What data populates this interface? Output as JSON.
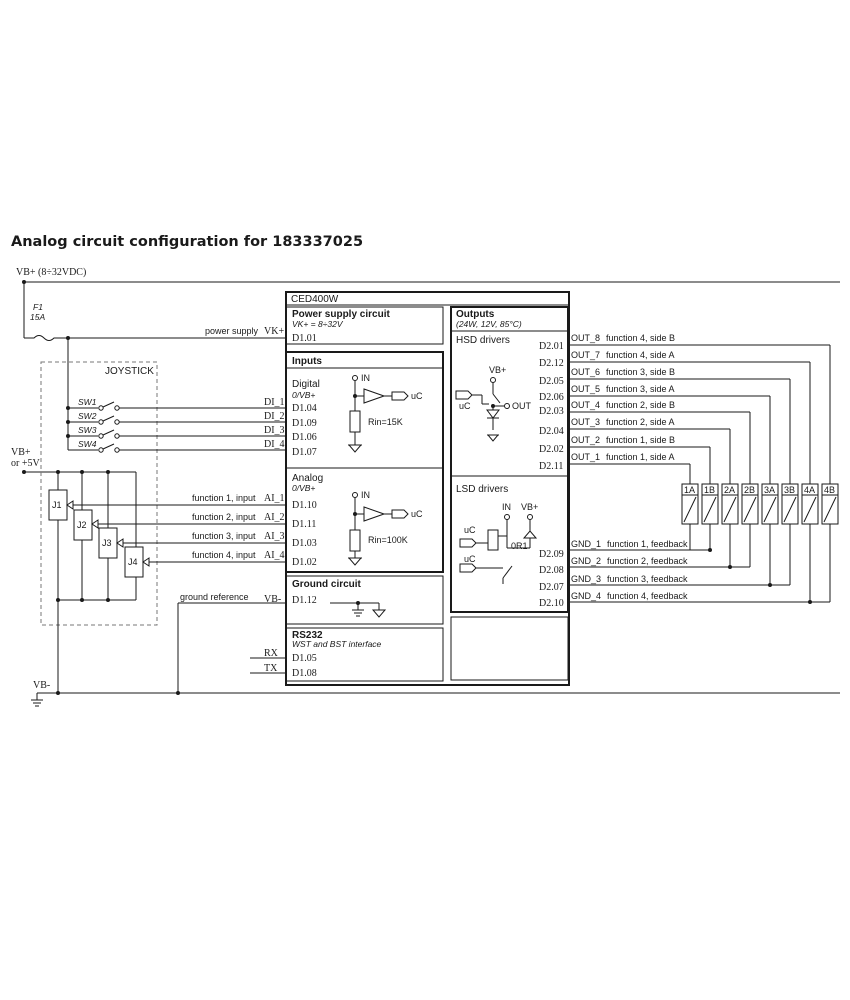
{
  "title": "Analog circuit configuration for 183337025",
  "supply": {
    "vb_plus": "VB+ (8÷32VDC)",
    "fuse": "F1",
    "fuse_rating": "15A",
    "power_supply": "power supply",
    "vk_plus": "VK+",
    "vb_plus_5v_1": "VB+",
    "vb_plus_5v_2": "or +5V",
    "vb_minus": "VB-",
    "ground_reference": "ground reference",
    "vb_minus_pin": "VB-"
  },
  "joystick": {
    "label": "JOYSTICK",
    "switches": [
      "SW1",
      "SW2",
      "SW3",
      "SW4"
    ],
    "pots": [
      "J1",
      "J2",
      "J3",
      "J4"
    ]
  },
  "digital_signals": [
    "DI_1",
    "DI_2",
    "DI_3",
    "DI_4"
  ],
  "analog_inputs": [
    {
      "desc": "function 1, input",
      "signal": "AI_1"
    },
    {
      "desc": "function 2, input",
      "signal": "AI_2"
    },
    {
      "desc": "function 3, input",
      "signal": "AI_3"
    },
    {
      "desc": "function 4, input",
      "signal": "AI_4"
    }
  ],
  "rs232_signals": [
    "RX",
    "TX"
  ],
  "module": {
    "name": "CED400W",
    "power_supply_circuit": {
      "title": "Power supply circuit",
      "spec": "VK+ = 8÷32V",
      "pin": "D1.01"
    },
    "inputs": {
      "title": "Inputs",
      "digital": {
        "label": "Digital",
        "spec": "0/VB+",
        "pins": [
          "D1.04",
          "D1.09",
          "D1.06",
          "D1.07"
        ],
        "in": "IN",
        "uc": "uC",
        "rin": "Rin=15K"
      },
      "analog": {
        "label": "Analog",
        "spec": "0/VB+",
        "pins": [
          "D1.10",
          "D1.11",
          "D1.03",
          "D1.02"
        ],
        "in": "IN",
        "uc": "uC",
        "rin": "Rin=100K"
      }
    },
    "ground_circuit": {
      "title": "Ground circuit",
      "pin": "D1.12"
    },
    "rs232": {
      "title": "RS232",
      "spec": "WST and BST interface",
      "pins": [
        "D1.05",
        "D1.08"
      ]
    },
    "outputs": {
      "title": "Outputs",
      "spec": "(24W, 12V, 85°C)",
      "hsd": {
        "label": "HSD drivers",
        "vb": "VB+",
        "uc": "uC",
        "out": "OUT",
        "pins": [
          "D2.01",
          "D2.12",
          "D2.05",
          "D2.06",
          "D2.03",
          "D2.04",
          "D2.02",
          "D2.11"
        ]
      },
      "lsd": {
        "label": "LSD drivers",
        "in": "IN",
        "vb": "VB+",
        "uc1": "uC",
        "uc2": "uC",
        "or1": "0R1",
        "pins": [
          "D2.09",
          "D2.08",
          "D2.07",
          "D2.10"
        ]
      }
    }
  },
  "outputs": [
    {
      "signal": "OUT_8",
      "desc": "function 4, side B"
    },
    {
      "signal": "OUT_7",
      "desc": "function 4, side A"
    },
    {
      "signal": "OUT_6",
      "desc": "function 3, side B"
    },
    {
      "signal": "OUT_5",
      "desc": "function 3, side A"
    },
    {
      "signal": "OUT_4",
      "desc": "function 2, side B"
    },
    {
      "signal": "OUT_3",
      "desc": "function 2, side A"
    },
    {
      "signal": "OUT_2",
      "desc": "function 1, side B"
    },
    {
      "signal": "OUT_1",
      "desc": "function 1, side A"
    }
  ],
  "grounds": [
    {
      "signal": "GND_1",
      "desc": "function 1, feedback"
    },
    {
      "signal": "GND_2",
      "desc": "function 2, feedback"
    },
    {
      "signal": "GND_3",
      "desc": "function 3, feedback"
    },
    {
      "signal": "GND_4",
      "desc": "function 4, feedback"
    }
  ],
  "coils": [
    "1A",
    "1B",
    "2A",
    "2B",
    "3A",
    "3B",
    "4A",
    "4B"
  ]
}
